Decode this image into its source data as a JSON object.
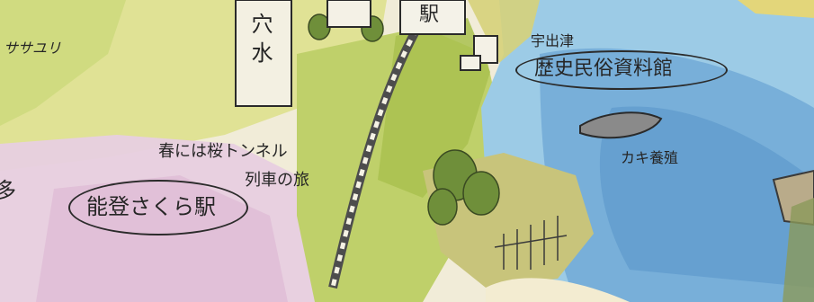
{
  "map": {
    "labels": {
      "sasayuri": "ササユリ",
      "anamizu_sign": "穴水",
      "station_sign": "駅",
      "ukawa_town": "宇出津",
      "museum": "歴史民俗資料館",
      "oyster": "カキ養殖",
      "sakura_tunnel": "春には桜トンネル",
      "train_trip": "列車の旅",
      "noto_sakura_station": "能登さくら駅",
      "left_edge_char": "多"
    },
    "colors": {
      "sea": "#8fc4e4",
      "deep_sea": "#4f8fc6",
      "land": "#d8d67a",
      "green": "#a9c25a",
      "cherry": "#e6c5d8"
    }
  }
}
